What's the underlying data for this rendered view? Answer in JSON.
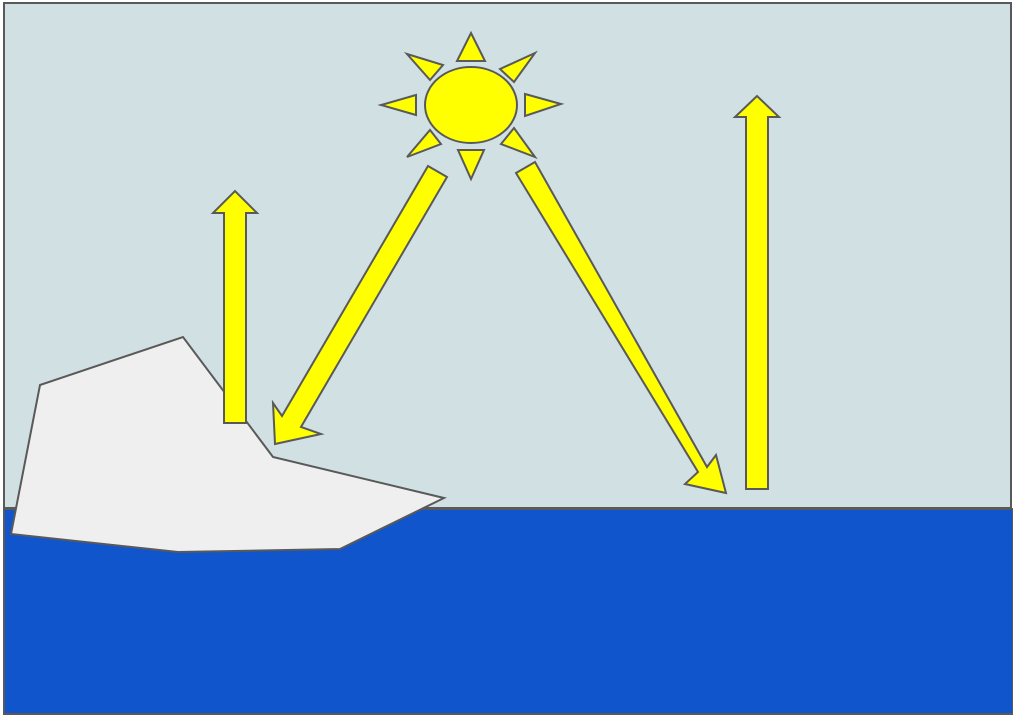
{
  "diagram": {
    "kind": "albedo-illustration",
    "elements": [
      "sun",
      "incoming-sunlight-arrow-to-ice",
      "reflected-sunlight-arrow-from-ice",
      "incoming-sunlight-arrow-to-ocean",
      "reflected-sunlight-arrow-from-ocean",
      "sea-ice",
      "ocean",
      "sky"
    ],
    "colors": {
      "sky": "#d1e1e3",
      "ocean": "#1155cc",
      "ice": "#efefef",
      "sun": "#ffff00",
      "arrow": "#ffff00",
      "outline": "#595959"
    }
  }
}
